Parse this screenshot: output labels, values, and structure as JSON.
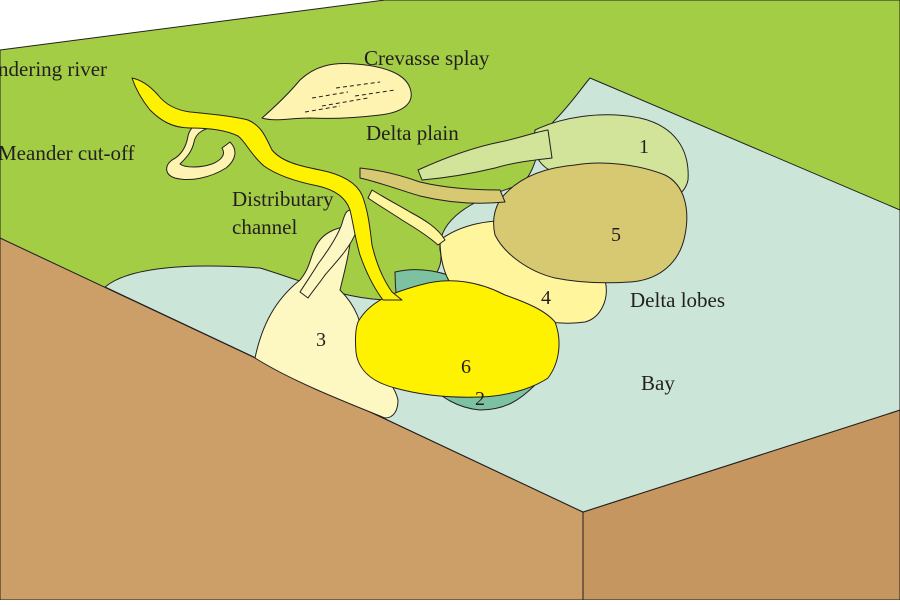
{
  "colors": {
    "plain": "#a3cd45",
    "bay": "#cbe6d8",
    "cliff_front": "#cc9f68",
    "cliff_side": "#c69660",
    "river": "#fff200",
    "splay": "#fef3b1",
    "lobe1": "#d2e39a",
    "lobe2": "#7cc2a0",
    "lobe3": "#fdf7c2",
    "lobe4": "#fef59d",
    "lobe5": "#d7c872",
    "lobe6": "#fff200",
    "outline": "#231f20"
  },
  "labels": {
    "meandering_river": "ndering river",
    "crevasse_splay": "Crevasse splay",
    "delta_plain": "Delta plain",
    "meander_cutoff": "Meander cut-off",
    "distributary_line1": "Distributary",
    "distributary_line2": "channel",
    "delta_lobes": "Delta lobes",
    "bay": "Bay"
  },
  "lobe_numbers": {
    "n1": "1",
    "n2": "2",
    "n3": "3",
    "n4": "4",
    "n5": "5",
    "n6": "6"
  }
}
